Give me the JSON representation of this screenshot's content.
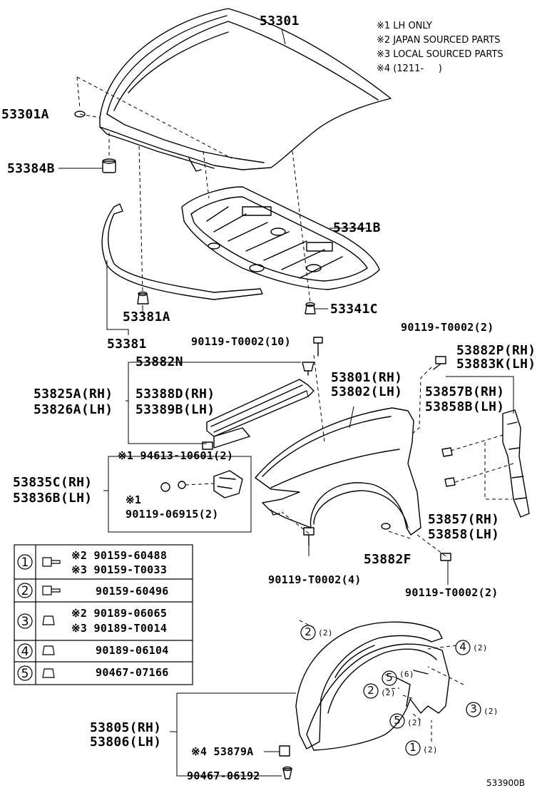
{
  "notes": [
    "※1 LH ONLY",
    "※2 JAPAN SOURCED PARTS",
    "※3 LOCAL SOURCED PARTS",
    "※4 (1211-     )"
  ],
  "labels": {
    "p53301": "53301",
    "p53301A": "53301A",
    "p53384B": "53384B",
    "p53341B": "53341B",
    "p53341C": "53341C",
    "p53381A": "53381A",
    "p53381": "53381",
    "b90119_10": "90119-T0002(10)",
    "b90119_top": "90119-T0002(2)",
    "p53882N": "53882N",
    "p53882P": "53882P(RH)",
    "p53883K": "53883K(LH)",
    "p53801": "53801(RH)",
    "p53802": "53802(LH)",
    "p53825A": "53825A(RH)",
    "p53826A": "53826A(LH)",
    "p53388D": "53388D(RH)",
    "p53389B": "53389B(LH)",
    "p53857B": "53857B(RH)",
    "p53858B": "53858B(LH)",
    "n94613": "※1 94613-10601(2)",
    "p53835C": "53835C(RH)",
    "p53836B": "53836B(LH)",
    "n1": "※1",
    "b90119_06915": "90119-06915(2)",
    "p53857": "53857(RH)",
    "p53858": "53858(LH)",
    "p53882F": "53882F",
    "b90119_4": "90119-T0002(4)",
    "b90119_bottom": "90119-T0002(2)",
    "p53805": "53805(RH)",
    "p53806": "53806(LH)",
    "p53879A": "※4 53879A",
    "p90467_06192": "90467-06192",
    "ref": "533900B"
  },
  "legend": [
    {
      "num": "1",
      "lines": [
        "※2 90159-60488",
        "※3 90159-T0033"
      ]
    },
    {
      "num": "2",
      "lines": [
        "90159-60496"
      ]
    },
    {
      "num": "3",
      "lines": [
        "※2 90189-06065",
        "※3 90189-T0014"
      ]
    },
    {
      "num": "4",
      "lines": [
        "90189-06104"
      ]
    },
    {
      "num": "5",
      "lines": [
        "90467-07166"
      ]
    }
  ],
  "callouts": [
    {
      "num": "2",
      "qty": "(2)"
    },
    {
      "num": "4",
      "qty": "(2)"
    },
    {
      "num": "5",
      "qty": "(6)"
    },
    {
      "num": "2",
      "qty": "(2)"
    },
    {
      "num": "3",
      "qty": "(2)"
    },
    {
      "num": "5",
      "qty": "(2)"
    },
    {
      "num": "1",
      "qty": "(2)"
    }
  ]
}
